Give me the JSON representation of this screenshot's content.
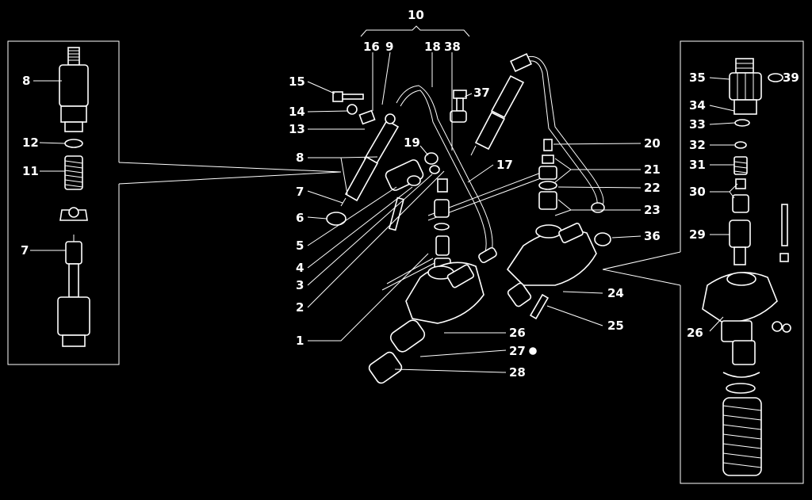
{
  "labels": {
    "n1": "1",
    "n2": "2",
    "n3": "3",
    "n4": "4",
    "n5": "5",
    "n6": "6",
    "n7": "7",
    "n7b": "7",
    "n8": "8",
    "n8b": "8",
    "n9": "9",
    "n10": "10",
    "n11": "11",
    "n12": "12",
    "n13": "13",
    "n14": "14",
    "n15": "15",
    "n16": "16",
    "n17": "17",
    "n18": "18",
    "n19": "19",
    "n20": "20",
    "n21": "21",
    "n22": "22",
    "n23": "23",
    "n24": "24",
    "n25": "25",
    "n26": "26",
    "n26b": "26",
    "n27": "27",
    "n28": "28",
    "n29": "29",
    "n30": "30",
    "n31": "31",
    "n32": "32",
    "n33": "33",
    "n34": "34",
    "n35": "35",
    "n36": "36",
    "n37": "37",
    "n38": "38",
    "n39": "39"
  },
  "colors": {
    "background": "#000000",
    "line": "#ffffff"
  }
}
